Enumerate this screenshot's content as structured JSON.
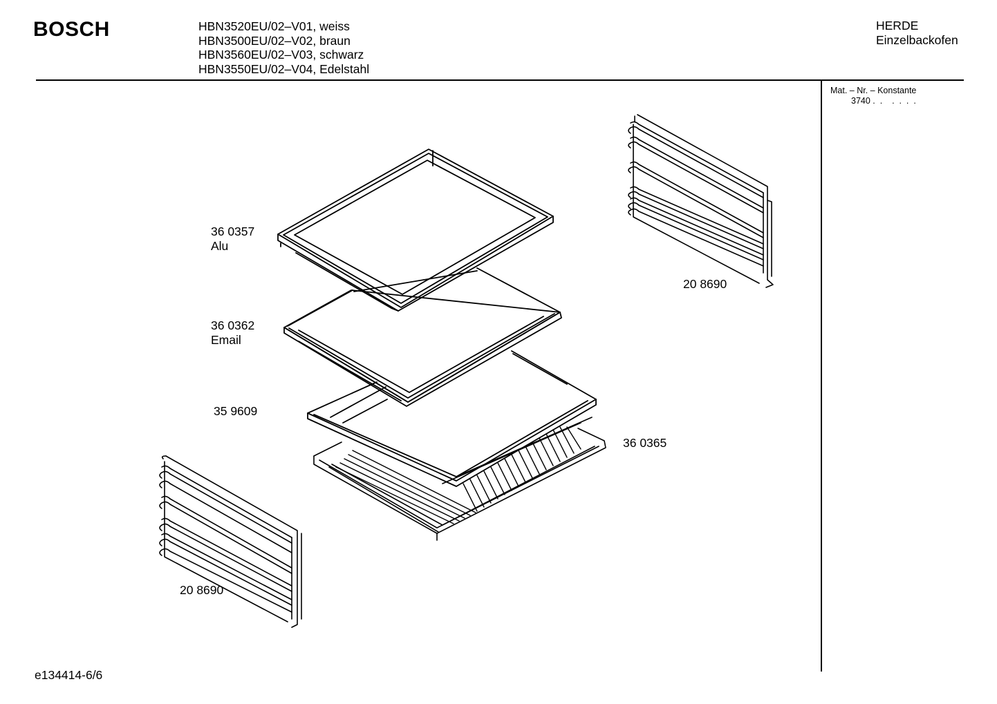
{
  "header": {
    "brand": "BOSCH",
    "models": [
      "HBN3520EU/02–V01, weiss",
      "HBN3500EU/02–V02, braun",
      "HBN3560EU/02–V03, schwarz",
      "HBN3550EU/02–V04, Edelstahl"
    ],
    "category": [
      "HERDE",
      "Einzelbackofen"
    ]
  },
  "sidebar": {
    "mat_label": "Mat. – Nr. – Konstante",
    "mat_value": "3740 .  .    .  .  .  ."
  },
  "parts": {
    "tray_alu": {
      "number": "36 0357",
      "note": "Alu"
    },
    "tray_email": {
      "number": "36 0362",
      "note": "Email"
    },
    "tray_flat": {
      "number": "35 9609"
    },
    "grid_rack": {
      "number": "36 0365"
    },
    "rail_right": {
      "number": "20 8690"
    },
    "rail_left": {
      "number": "20 8690"
    }
  },
  "footer": {
    "doc_id": "e134414-6/6"
  }
}
